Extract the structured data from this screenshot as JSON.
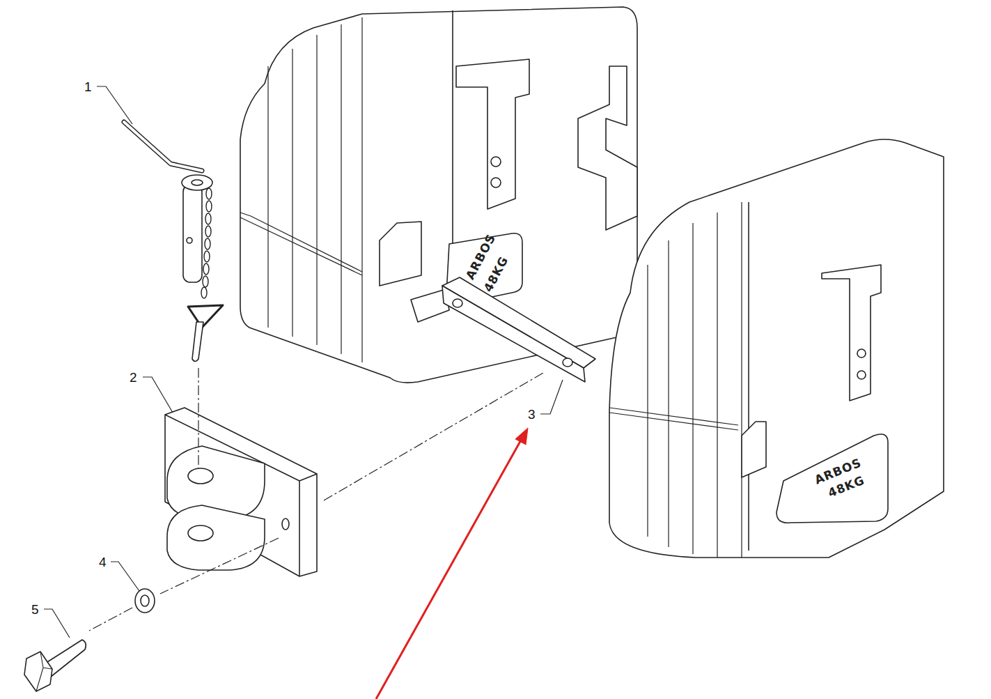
{
  "diagram": {
    "labels": [
      "1",
      "2",
      "3",
      "4",
      "5",
      "ARBOS",
      "48KG",
      "ARBOS",
      "48KG"
    ]
  }
}
